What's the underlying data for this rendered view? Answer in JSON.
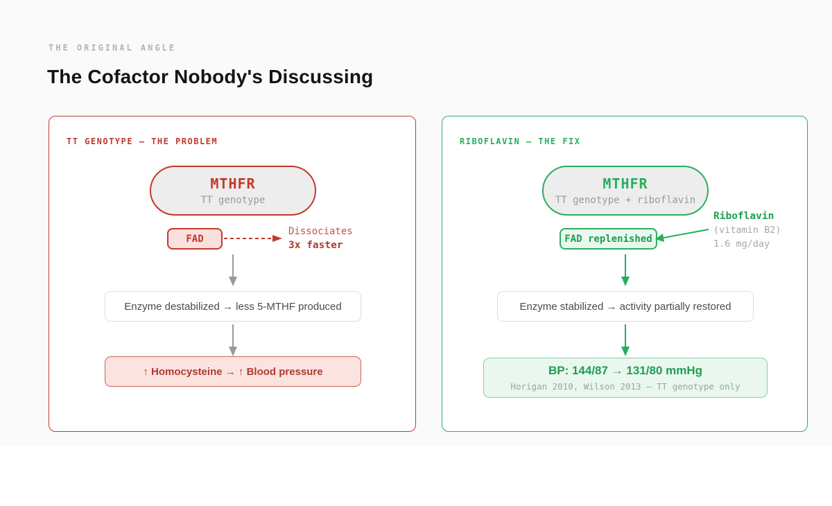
{
  "page": {
    "eyebrow": "THE ORIGINAL ANGLE",
    "title": "The Cofactor Nobody's Discussing"
  },
  "colors": {
    "red_accent": "#c0392b",
    "red_text": "#b03a2e",
    "pink_bg": "#fbe3e0",
    "green_accent": "#27ae60",
    "green_text": "#1f9e50",
    "light_green_bg": "#e9f7ef",
    "neutral_gray": "#999999",
    "page_bg": "#fafafa"
  },
  "left_panel": {
    "label": "TT GENOTYPE — THE PROBLEM",
    "pill": {
      "title": "MTHFR",
      "subtitle": "TT genotype"
    },
    "fad_label": "FAD",
    "dissociates": {
      "line1": "Dissociates",
      "line2": "3x faster"
    },
    "step_box": "Enzyme destabilized  →  less 5-MTHF produced",
    "outcome_box": "↑ Homocysteine  →  ↑ Blood pressure"
  },
  "right_panel": {
    "label": "RIBOFLAVIN — THE FIX",
    "pill": {
      "title": "MTHFR",
      "subtitle": "TT genotype + riboflavin"
    },
    "fad_label": "FAD replenished",
    "riboflavin_note": {
      "line1": "Riboflavin",
      "line2": "(vitamin B2)",
      "line3": "1.6 mg/day"
    },
    "step_box": "Enzyme stabilized  →  activity partially restored",
    "outcome_box": {
      "line1": "BP: 144/87  →  131/80 mmHg",
      "line2": "Horigan 2010, Wilson 2013 — TT genotype only"
    }
  }
}
